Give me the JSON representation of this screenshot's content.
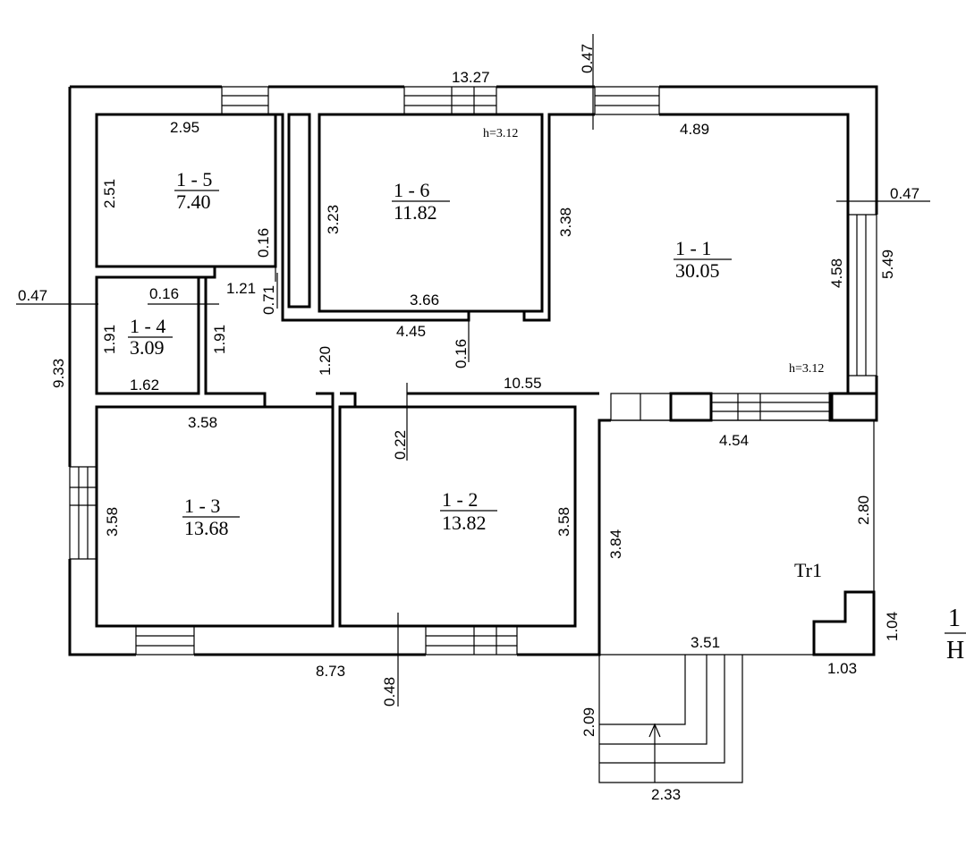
{
  "rooms": [
    {
      "id": "1 - 5",
      "area": "7.40"
    },
    {
      "id": "1 - 6",
      "area": "11.82"
    },
    {
      "id": "1 - 1",
      "area": "30.05"
    },
    {
      "id": "1 - 4",
      "area": "3.09"
    },
    {
      "id": "1 - 3",
      "area": "13.68"
    },
    {
      "id": "1 - 2",
      "area": "13.82"
    }
  ],
  "terrace_label": "Tr1",
  "ceiling_heights": [
    "h=3.12",
    "h=3.12"
  ],
  "fraction_label": {
    "top": "1",
    "bottom": "H"
  },
  "dims": [
    "13.27",
    "0.47",
    "2.95",
    "4.89",
    "0.47",
    "2.51",
    "3.23",
    "3.38",
    "4.58",
    "5.49",
    "0.16",
    "0.47",
    "0.16",
    "1.21",
    "0.71",
    "3.66",
    "4.45",
    "1.91",
    "1.91",
    "1.20",
    "0.16",
    "10.55",
    "1.62",
    "9.33",
    "3.58",
    "0.22",
    "4.54",
    "3.58",
    "3.58",
    "3.84",
    "2.80",
    "1.04",
    "3.51",
    "1.03",
    "8.73",
    "0.48",
    "2.09",
    "2.33"
  ]
}
